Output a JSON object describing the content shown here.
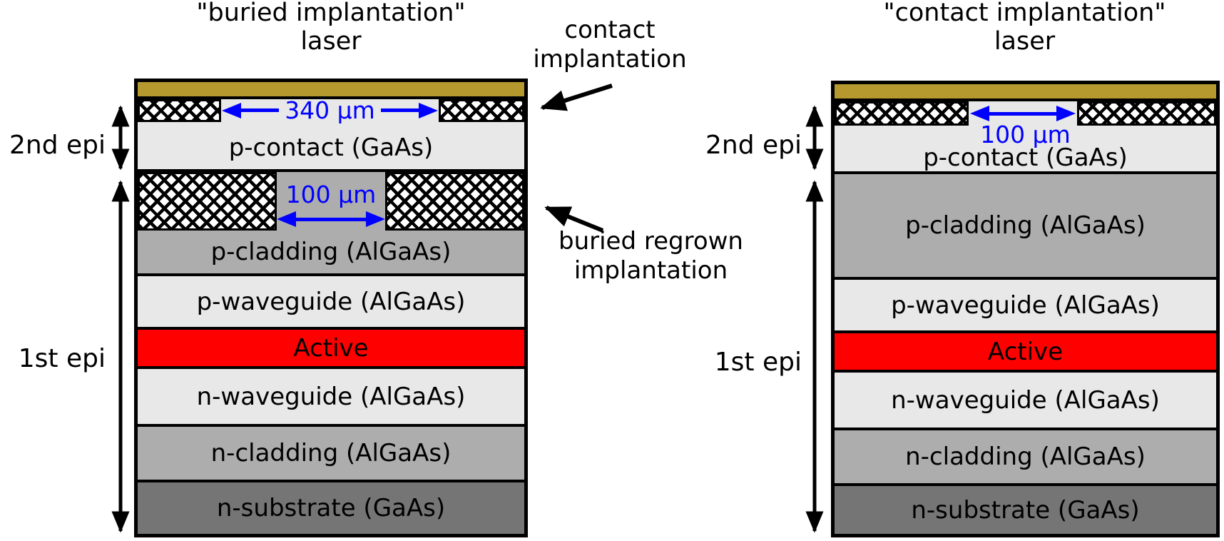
{
  "colors": {
    "metal": "#b5992f",
    "layer_light": "#e8e8e8",
    "layer_medium": "#adadad",
    "layer_dark": "#757575",
    "active_red": "#ff0000",
    "dimension_blue": "#0000ff",
    "outline_black": "#000000"
  },
  "left_diagram": {
    "title_line1": "\"buried implantation\"",
    "title_line2": "laser",
    "epi2_label": "2nd epi",
    "epi1_label": "1st epi",
    "dim_contact_gap": "340 μm",
    "dim_buried_gap": "100 μm",
    "layers": {
      "p_contact": "p-contact (GaAs)",
      "p_cladding": "p-cladding (AlGaAs)",
      "p_waveguide": "p-waveguide (AlGaAs)",
      "active": "Active",
      "n_waveguide": "n-waveguide (AlGaAs)",
      "n_cladding": "n-cladding (AlGaAs)",
      "n_substrate": "n-substrate (GaAs)"
    }
  },
  "right_diagram": {
    "title_line1": "\"contact implantation\"",
    "title_line2": "laser",
    "epi2_label": "2nd epi",
    "epi1_label": "1st epi",
    "dim_contact_gap": "100 μm",
    "layers": {
      "p_contact": "p-contact (GaAs)",
      "p_cladding": "p-cladding (AlGaAs)",
      "p_waveguide": "p-waveguide (AlGaAs)",
      "active": "Active",
      "n_waveguide": "n-waveguide (AlGaAs)",
      "n_cladding": "n-cladding (AlGaAs)",
      "n_substrate": "n-substrate (GaAs)"
    }
  },
  "annotations": {
    "contact_line1": "contact",
    "contact_line2": "implantation",
    "buried_line1": "buried regrown",
    "buried_line2": "implantation"
  }
}
